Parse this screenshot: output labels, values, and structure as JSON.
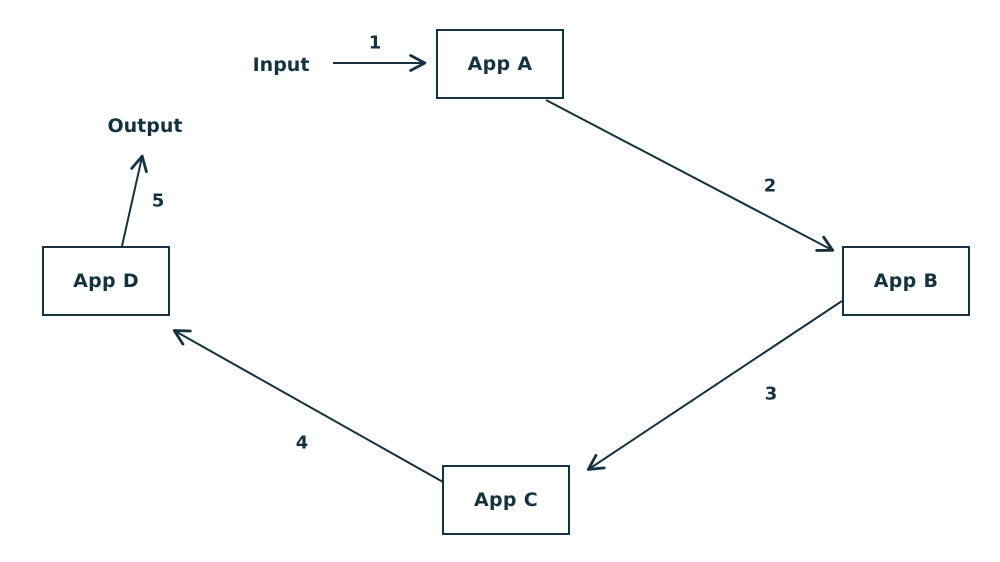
{
  "diagram": {
    "background_color": "#ffffff",
    "stroke_color": "#16323f",
    "nodes": [
      {
        "id": "app-a",
        "label": "App A"
      },
      {
        "id": "app-b",
        "label": "App B"
      },
      {
        "id": "app-c",
        "label": "App C"
      },
      {
        "id": "app-d",
        "label": "App D"
      }
    ],
    "terminals": [
      {
        "id": "input",
        "label": "Input"
      },
      {
        "id": "output",
        "label": "Output"
      }
    ],
    "edges": [
      {
        "label": "1",
        "from": "Input",
        "to": "App A"
      },
      {
        "label": "2",
        "from": "App A",
        "to": "App B"
      },
      {
        "label": "3",
        "from": "App B",
        "to": "App C"
      },
      {
        "label": "4",
        "from": "App C",
        "to": "App D"
      },
      {
        "label": "5",
        "from": "App D",
        "to": "Output"
      }
    ]
  }
}
